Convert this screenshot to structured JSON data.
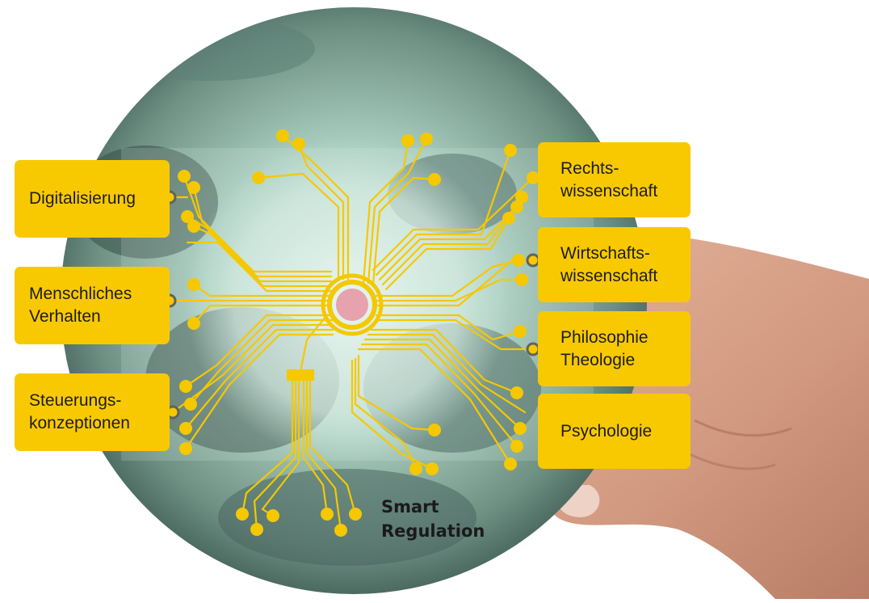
{
  "colors": {
    "accent": "#f8c900",
    "circuit": "#f5c800",
    "text": "#1d1d1d",
    "sphere": "#9fc3b3",
    "sphere_dark": "#3e5750",
    "skin": "#d8a58c"
  },
  "center_icon": "circuit-hub-icon",
  "hand_icon": "pointing-finger-icon",
  "title": {
    "line1": "Smart",
    "line2": "Regulation"
  },
  "left_topics": [
    {
      "lines": [
        "Digitalisierung"
      ]
    },
    {
      "lines": [
        "Menschliches",
        "Verhalten"
      ]
    },
    {
      "lines": [
        "Steuerungs-",
        "konzeptionen"
      ]
    }
  ],
  "right_topics": [
    {
      "lines": [
        "Rechts-",
        "wissenschaft"
      ]
    },
    {
      "lines": [
        "Wirtschafts-",
        "wissenschaft"
      ]
    },
    {
      "lines": [
        "Philosophie",
        "Theologie"
      ]
    },
    {
      "lines": [
        "Psychologie"
      ]
    }
  ]
}
